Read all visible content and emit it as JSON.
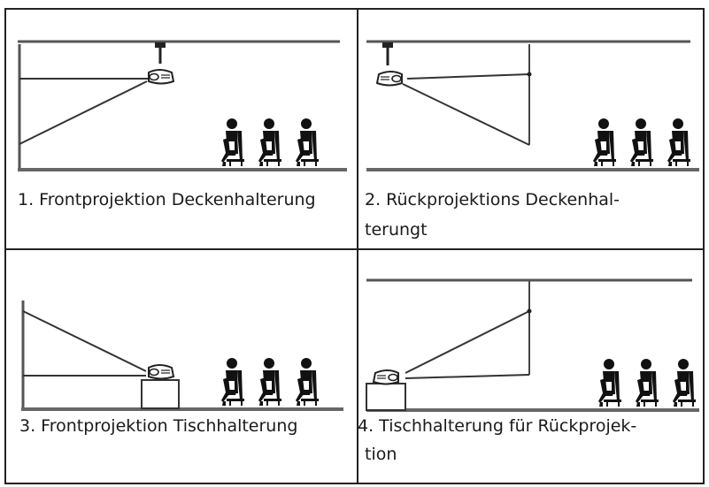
{
  "panels": [
    {
      "id": "p1",
      "caption": "1. Frontprojektion Deckenhalterung"
    },
    {
      "id": "p2",
      "caption_line1": "2. Rückprojektions Deckenhal-",
      "caption_line2": "terungt"
    },
    {
      "id": "p3",
      "caption": "3. Frontprojektion Tischhalterung"
    },
    {
      "id": "p4",
      "caption_line1": "4. Tischhalterung für Rückprojek-",
      "caption_line2": "tion"
    }
  ],
  "colors": {
    "line": "#3a3a3a",
    "figure": "#111111",
    "border": "#222222"
  },
  "icons": [
    "projector-icon",
    "ceiling-mount-icon",
    "seated-person-icon",
    "table-icon"
  ]
}
